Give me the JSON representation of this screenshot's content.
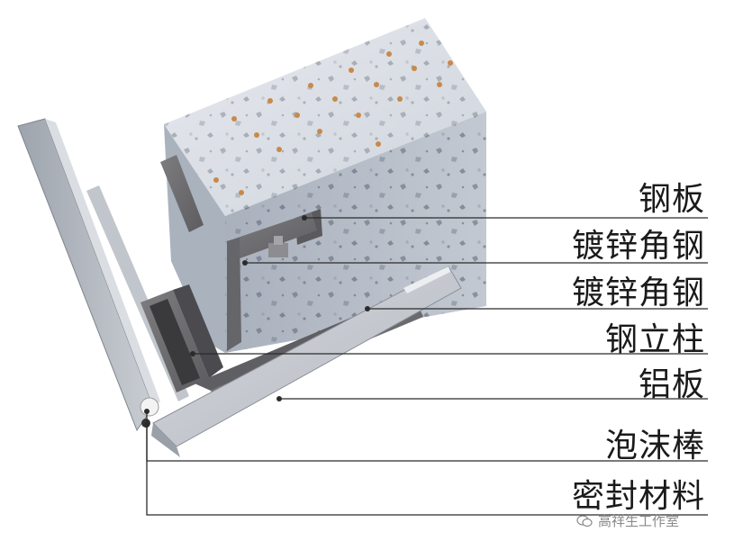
{
  "labels": [
    {
      "text": "钢板",
      "name": "label-steel-plate"
    },
    {
      "text": "镀锌角钢",
      "name": "label-galvanized-angle-steel-1"
    },
    {
      "text": "镀锌角钢",
      "name": "label-galvanized-angle-steel-2"
    },
    {
      "text": "钢立柱",
      "name": "label-steel-column"
    },
    {
      "text": "铝板",
      "name": "label-aluminum-panel"
    },
    {
      "text": "泡沫棒",
      "name": "label-foam-rod"
    },
    {
      "text": "密封材料",
      "name": "label-sealant"
    }
  ],
  "watermark": {
    "text": "高祥生工作室",
    "icon": "wechat-icon"
  },
  "colors": {
    "leader": "#2b2b2b",
    "stone_top": "#d9dde4",
    "stone_side": "#b9c0cb",
    "aluminum": "#c6cad0",
    "steel": "#6f6e70"
  }
}
